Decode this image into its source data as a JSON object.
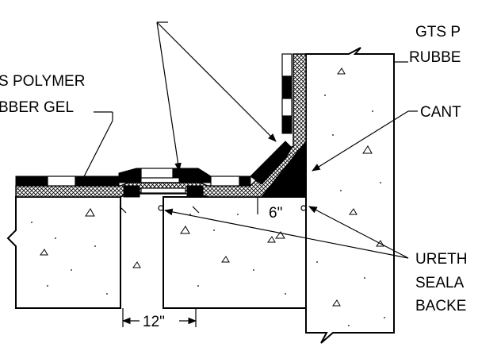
{
  "labels": {
    "gts_right_line1": "GTS P",
    "gts_right_line2": "RUBBE",
    "gts_left_line1": "S POLYMER",
    "gts_left_line2": "BBER GEL",
    "cant": "CANT",
    "urethane_line1": "URETH",
    "urethane_line2": "SEALA",
    "urethane_line3": "BACKE",
    "dim_12": "12\"",
    "dim_6": "6\""
  },
  "colors": {
    "ink": "#000000",
    "paper": "#ffffff"
  }
}
